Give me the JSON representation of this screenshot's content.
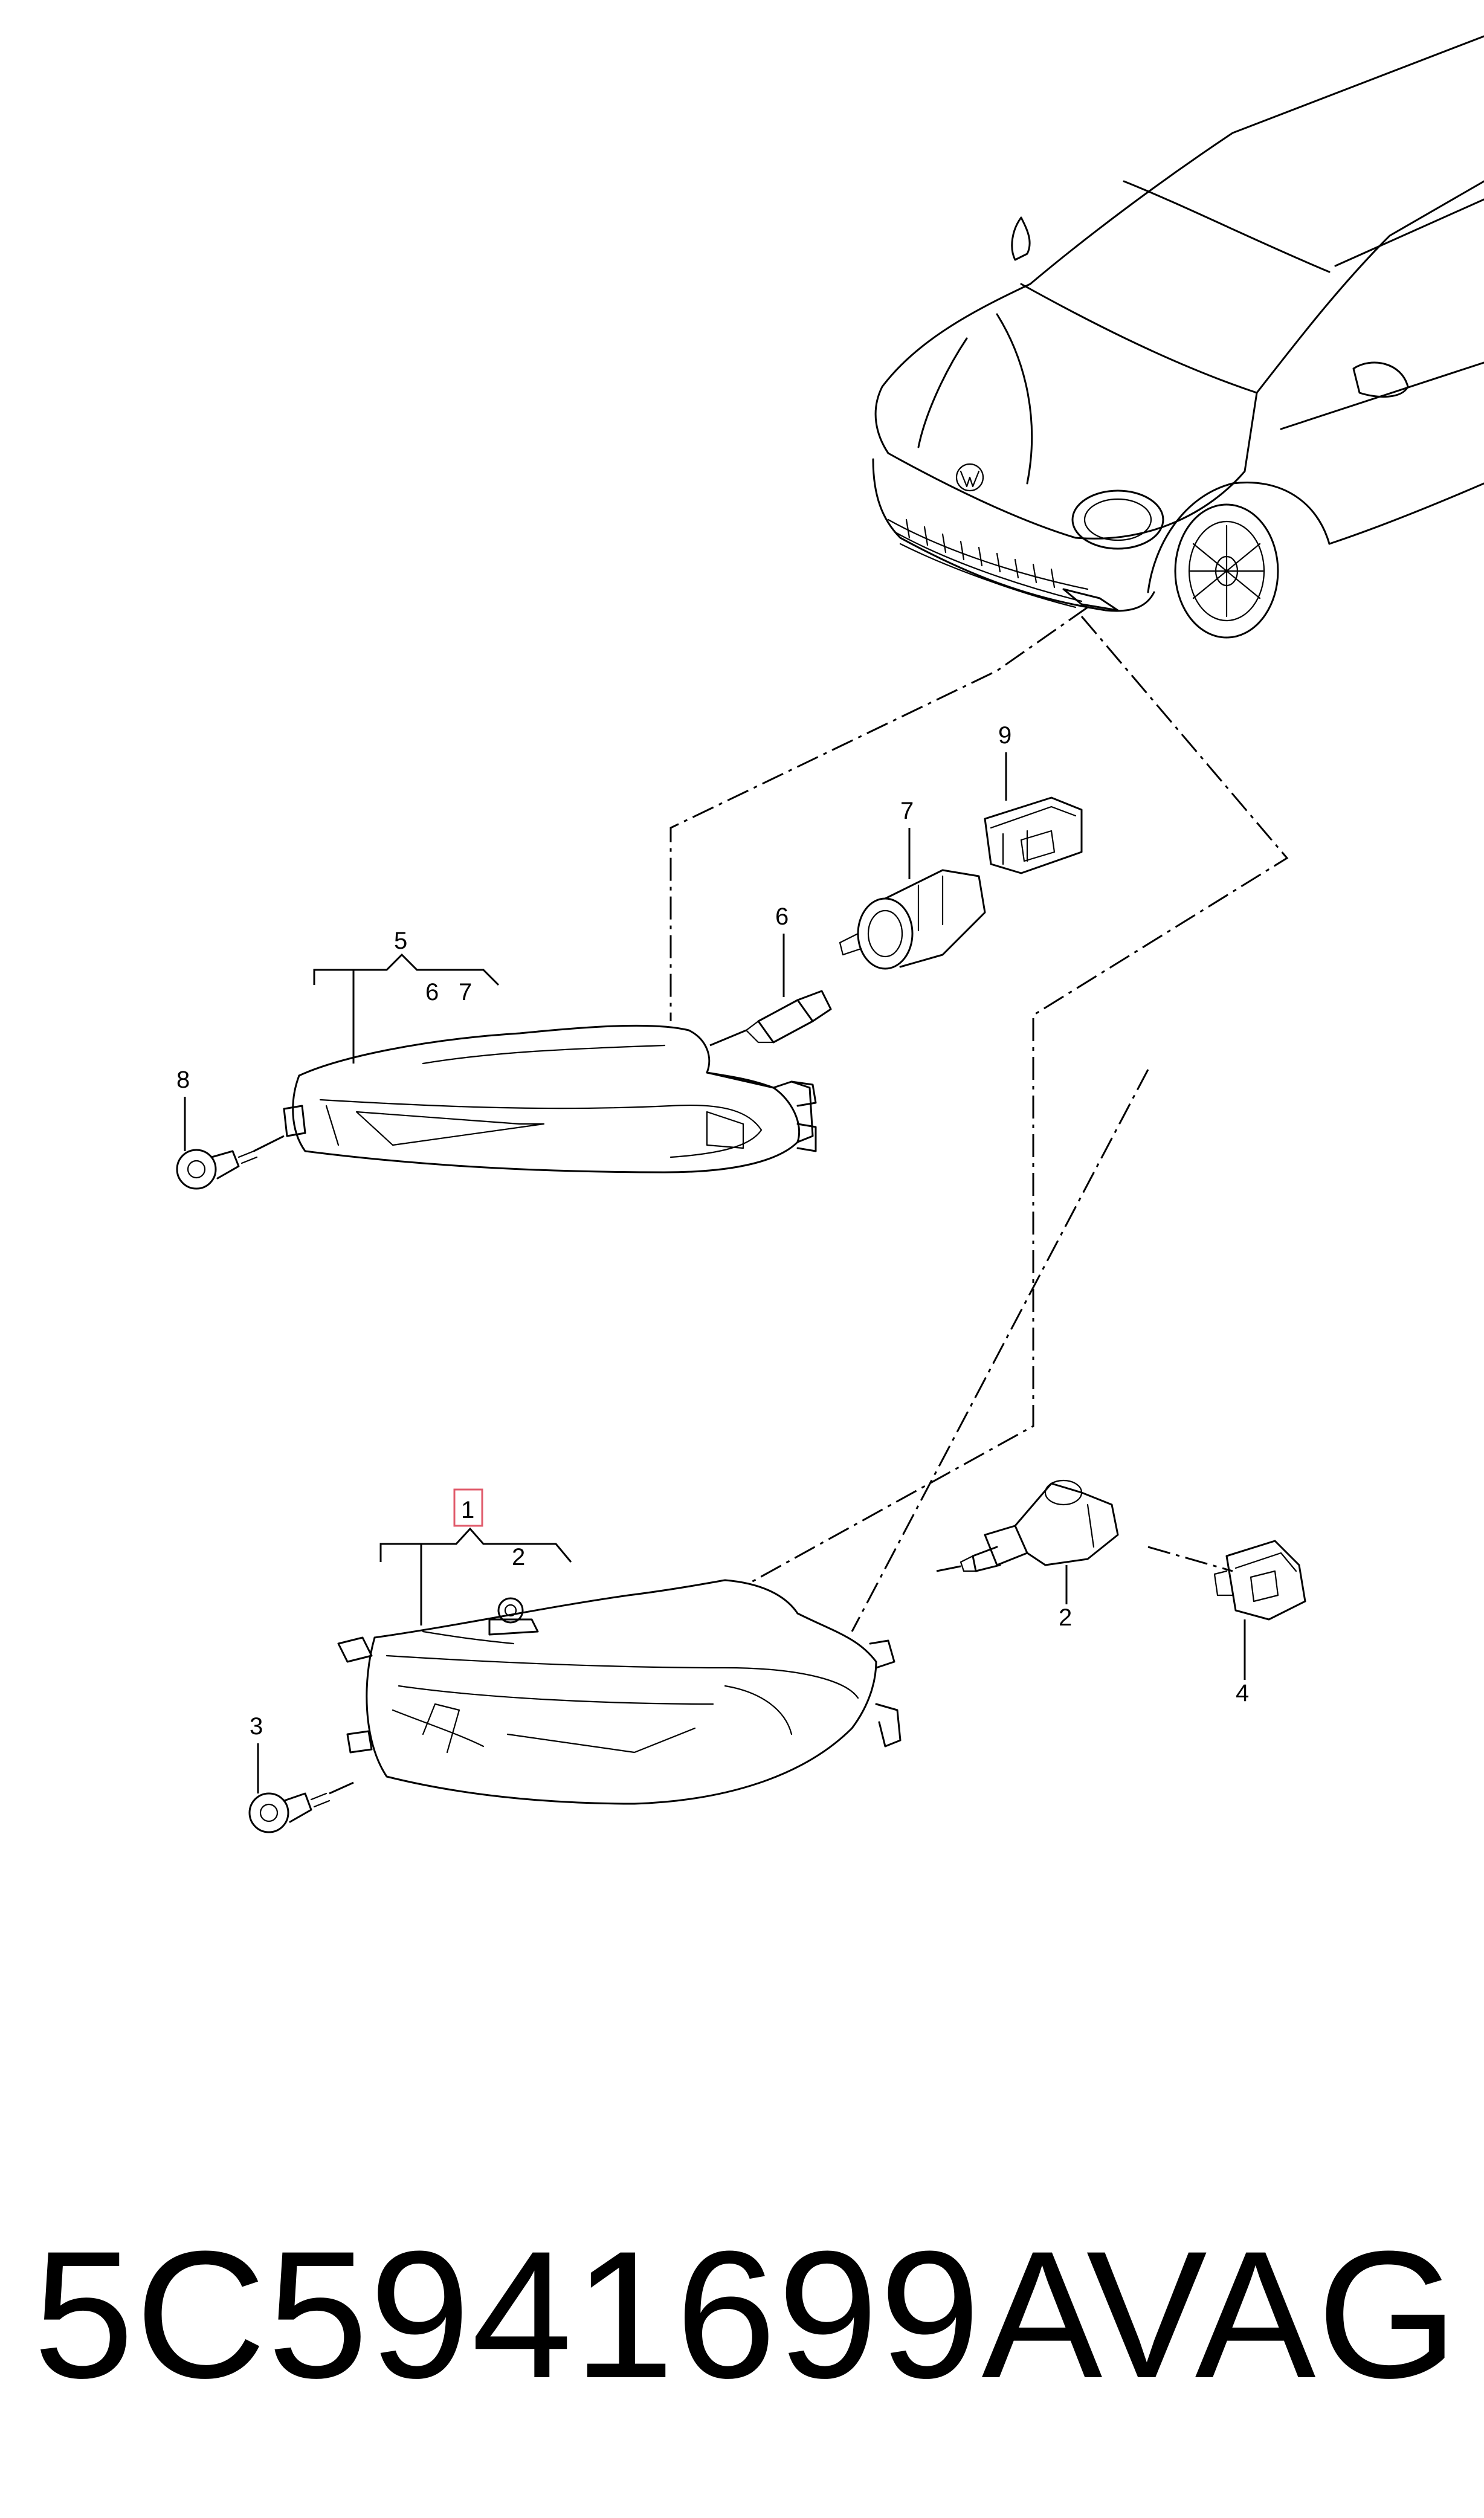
{
  "callouts": {
    "c1": "1",
    "c2": "2",
    "c3": "3",
    "c4": "4",
    "c5": "5",
    "c6": "6",
    "c7": "7",
    "c8": "8",
    "c9": "9",
    "c2_group": "2",
    "c6_group": "6",
    "c7_group": "7"
  },
  "footer": {
    "part_number": "5C5941699A",
    "brand": "VAG"
  },
  "colors": {
    "line": "#000000",
    "highlight": "#e05a6a"
  }
}
